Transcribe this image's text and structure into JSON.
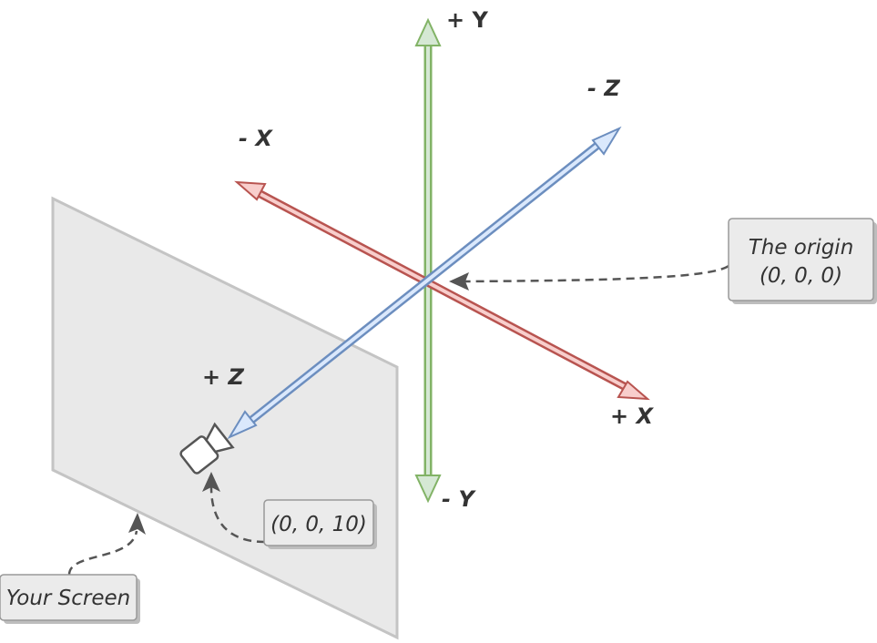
{
  "axes": {
    "y_pos": "+ Y",
    "y_neg": "- Y",
    "x_neg": "- X",
    "x_pos": "+ X",
    "z_neg": "- Z",
    "z_pos": "+ Z"
  },
  "callouts": {
    "origin_line1": "The origin",
    "origin_line2": "(0, 0, 0)",
    "camera_position": "(0, 0, 10)",
    "screen": "Your Screen"
  },
  "colors": {
    "x_axis": "#b85450",
    "x_axis_fill": "#f8cecc",
    "y_axis": "#82b366",
    "y_axis_fill": "#d5e8d4",
    "z_axis": "#6c8ebf",
    "z_axis_fill": "#dae8fc",
    "screen_fill": "#e9e9e9",
    "callout_fill": "#ebebeb"
  }
}
